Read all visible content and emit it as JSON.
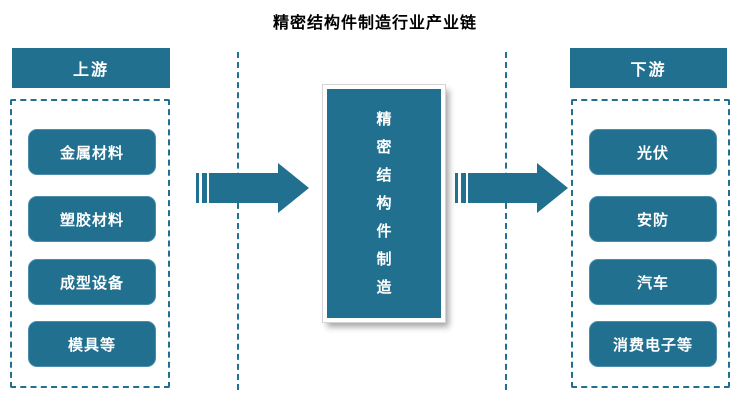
{
  "title": "精密结构件制造行业产业链",
  "colors": {
    "primary": "#21708F",
    "box_border": "#4a8dab"
  },
  "upstream": {
    "header": "上游",
    "items": [
      "金属材料",
      "塑胶材料",
      "成型设备",
      "模具等"
    ]
  },
  "core": {
    "label": "精密结构件制造"
  },
  "downstream": {
    "header": "下游",
    "items": [
      "光伏",
      "安防",
      "汽车",
      "消费电子等"
    ]
  }
}
